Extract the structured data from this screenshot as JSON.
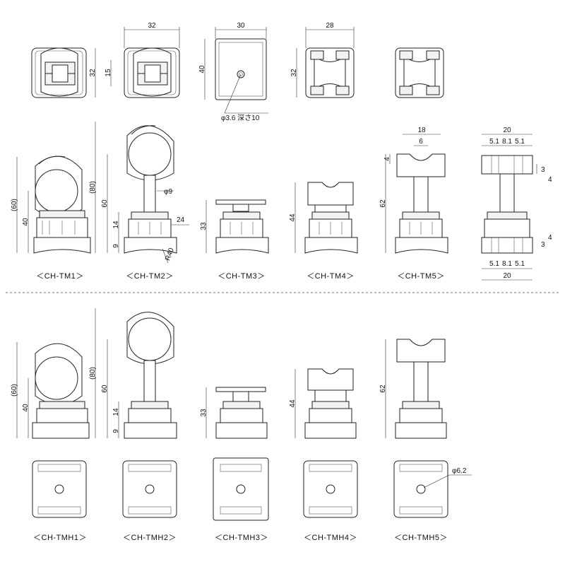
{
  "models_top": [
    "＜CH-TM1＞",
    "＜CH-TM2＞",
    "＜CH-TM3＞",
    "＜CH-TM4＞",
    "＜CH-TM5＞"
  ],
  "models_bottom": [
    "＜CH-TMH1＞",
    "＜CH-TMH2＞",
    "＜CH-TMH3＞",
    "＜CH-TMH4＞",
    "＜CH-TMH5＞"
  ],
  "dims": {
    "w32": "32",
    "w30": "30",
    "w28": "28",
    "h32_a": "32",
    "h15": "15",
    "h40_top": "40",
    "h32_b": "32",
    "hole36": "φ3.6 深さ10",
    "tm1_60": "(60)",
    "tm1_40": "40",
    "tm2_80": "(80)",
    "tm2_60": "60",
    "tm2_14": "14",
    "tm2_9": "9",
    "tm2_24": "24",
    "tm2_phi9": "φ9",
    "tm2_r40": "R40",
    "tm3_33": "33",
    "tm4_44": "44",
    "tm5_18": "18",
    "tm5_6": "6",
    "tm5_4": "4",
    "tm5_62": "62",
    "s_20": "20",
    "s_51a": "5.1",
    "s_81": "8.1",
    "s_51b": "5.1",
    "s_3": "3",
    "s_4": "4",
    "s_3b": "3",
    "s_4b": "4",
    "s_51c": "5.1",
    "s_81b": "8.1",
    "s_51d": "5.1",
    "s_20b": "20",
    "b_tm1_60": "(60)",
    "b_tm1_40": "40",
    "b_tm2_80": "(80)",
    "b_tm2_60": "60",
    "b_tm2_14": "14",
    "b_tm2_9": "9",
    "b_tm3_33": "33",
    "b_tm4_44": "44",
    "b_tm5_62": "62",
    "hole62": "φ6.2"
  }
}
